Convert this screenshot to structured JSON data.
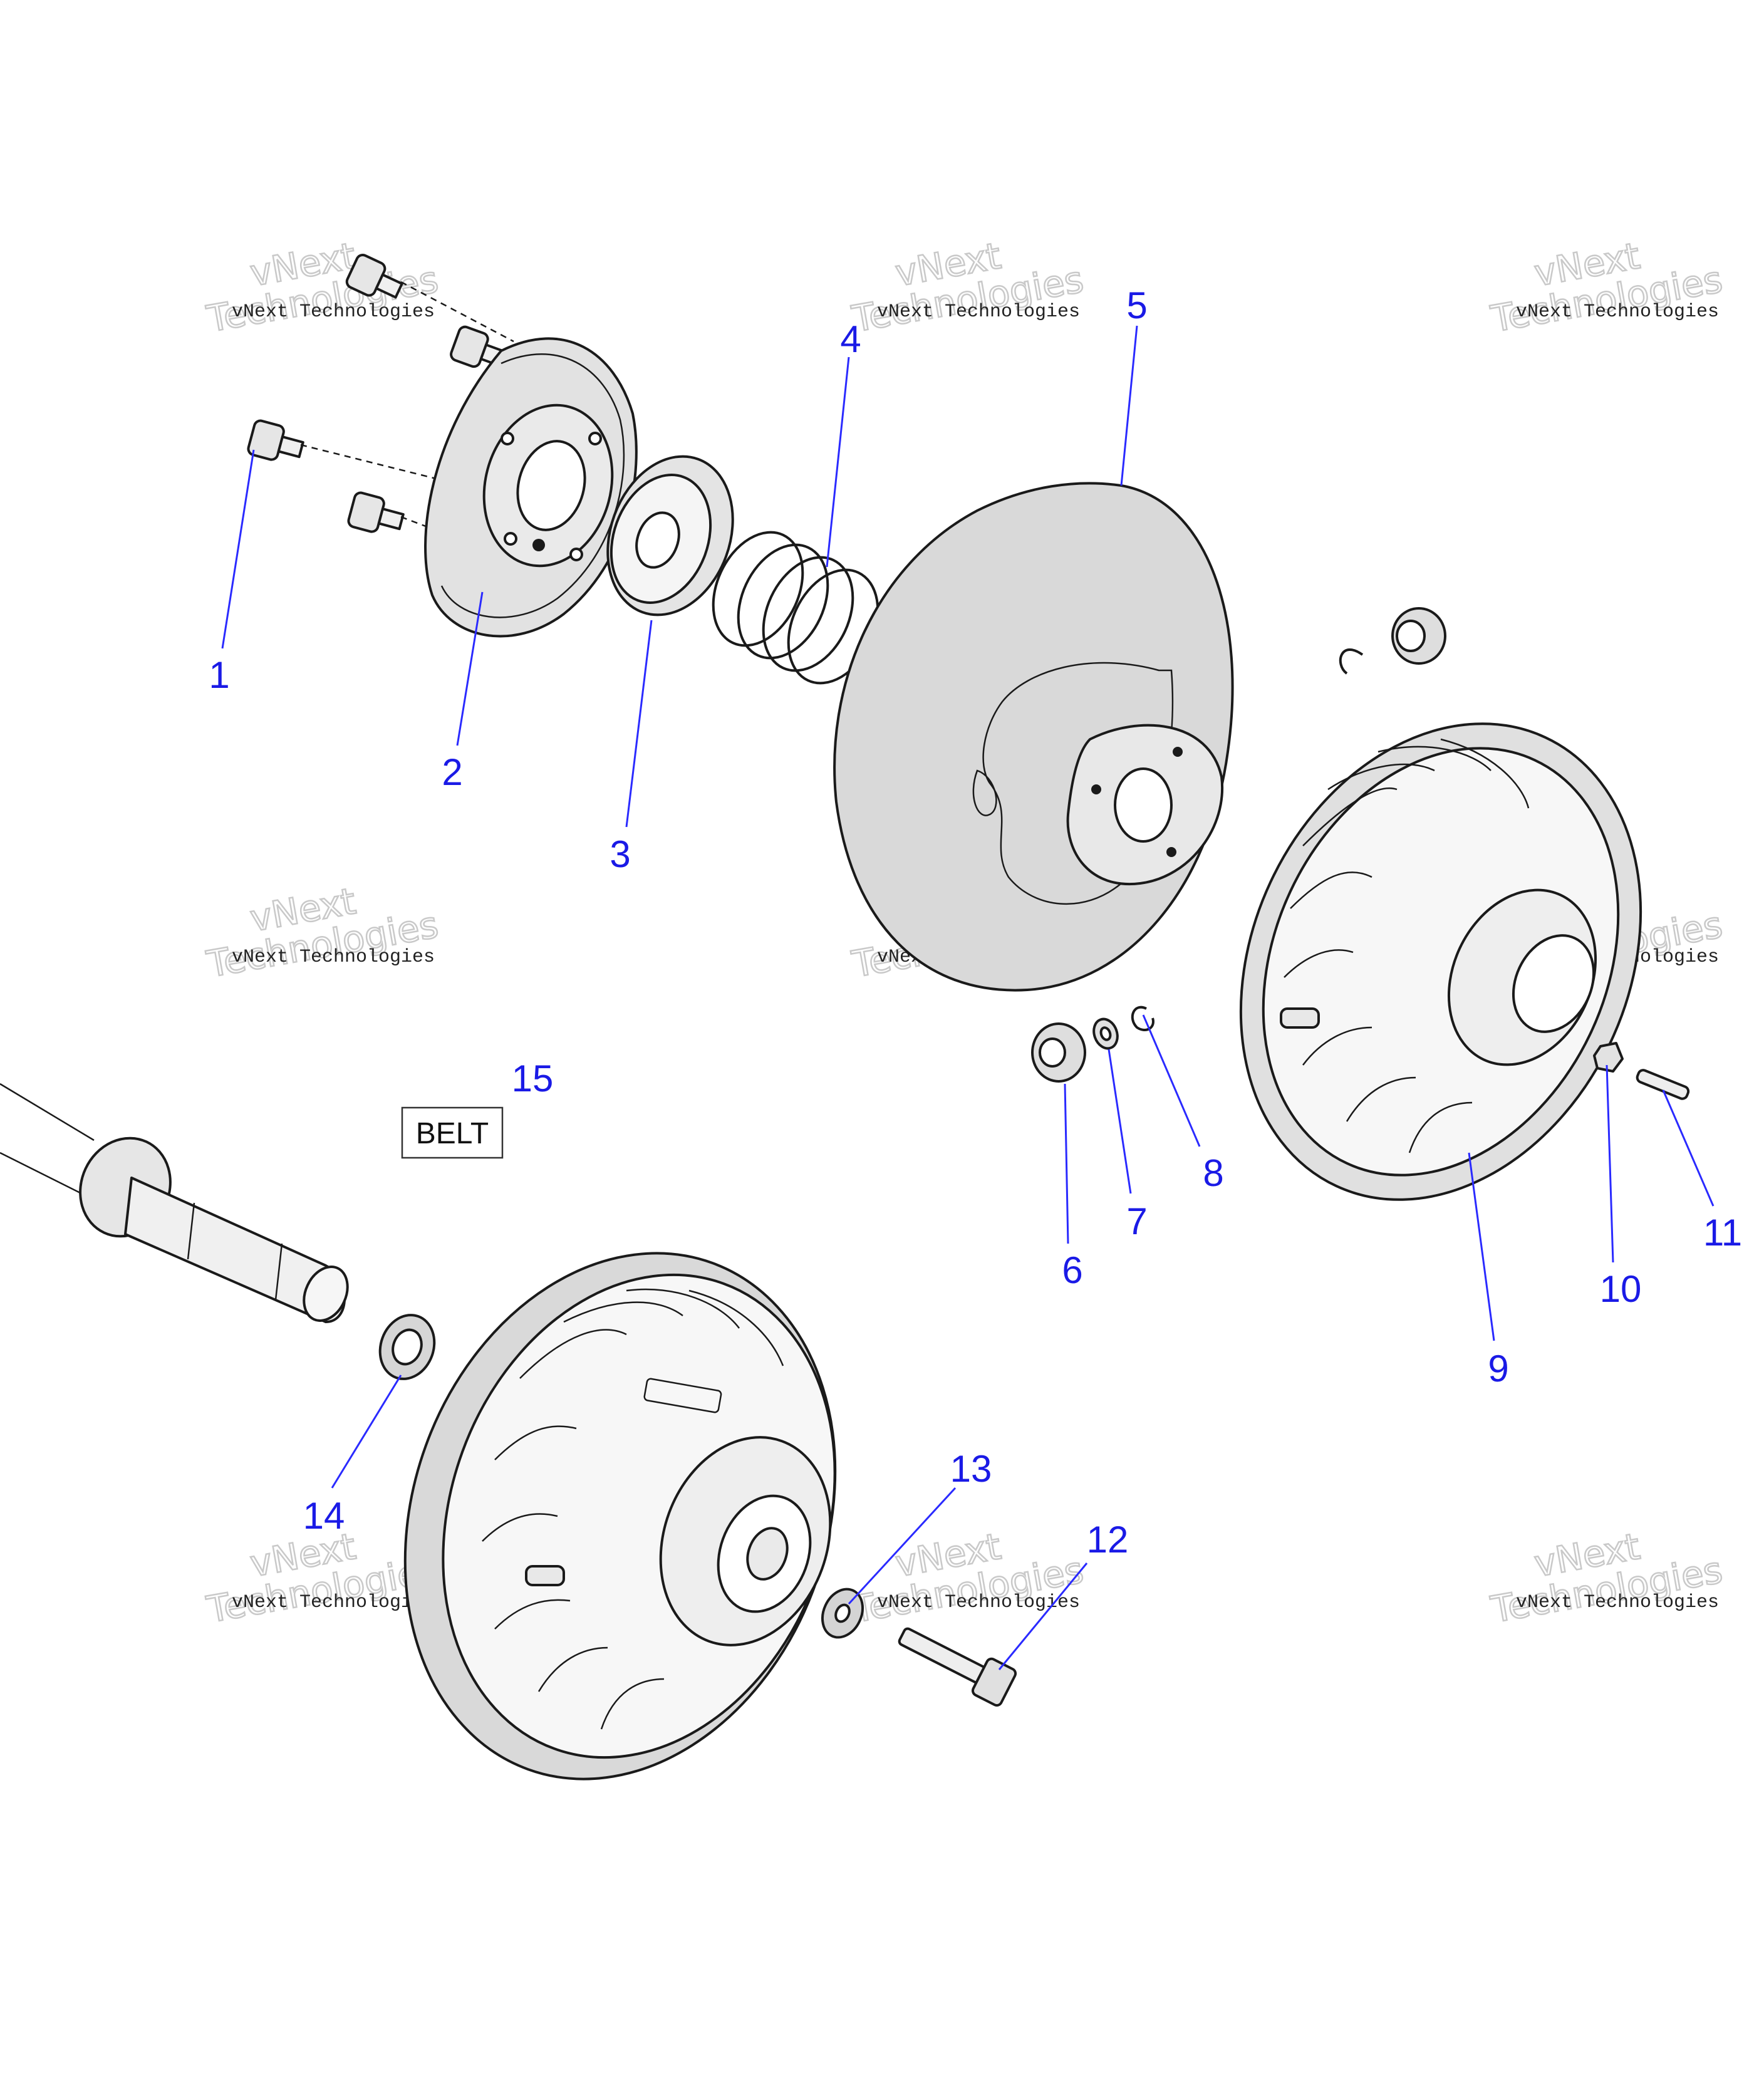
{
  "callouts": [
    {
      "id": "1",
      "label": "1"
    },
    {
      "id": "2",
      "label": "2"
    },
    {
      "id": "3",
      "label": "3"
    },
    {
      "id": "4",
      "label": "4"
    },
    {
      "id": "5",
      "label": "5"
    },
    {
      "id": "6",
      "label": "6"
    },
    {
      "id": "7",
      "label": "7"
    },
    {
      "id": "8",
      "label": "8"
    },
    {
      "id": "9",
      "label": "9"
    },
    {
      "id": "10",
      "label": "10"
    },
    {
      "id": "11",
      "label": "11"
    },
    {
      "id": "12",
      "label": "12"
    },
    {
      "id": "13",
      "label": "13"
    },
    {
      "id": "14",
      "label": "14"
    },
    {
      "id": "15",
      "label": "15"
    }
  ],
  "belt_label": "BELT",
  "watermark": {
    "line1": "vNext Technologies",
    "line2a": "vNext",
    "line2b": "Technologies"
  },
  "colors": {
    "callout": "#1a1ae6",
    "part_fill": "#dcdcdc",
    "part_stroke": "#1a1a1a"
  }
}
